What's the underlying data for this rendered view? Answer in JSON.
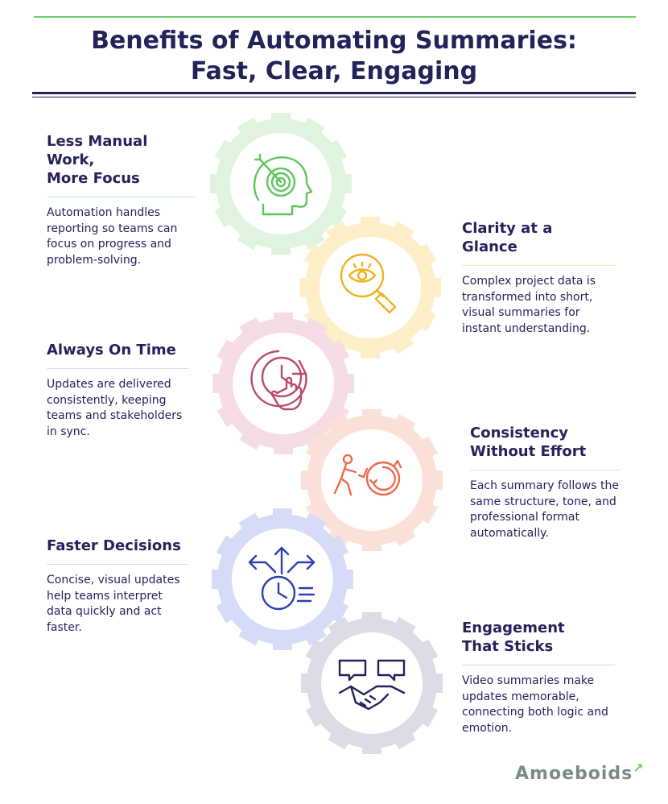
{
  "title": {
    "line1": "Benefits of Automating Summaries:",
    "line2": "Fast, Clear, Engaging"
  },
  "benefits": [
    {
      "heading_line1": "Less Manual Work,",
      "heading_line2": "More Focus",
      "description": "Automation handles reporting so teams can focus on progress and problem-solving.",
      "icon": "target-head-icon",
      "color": "#6ccf6c"
    },
    {
      "heading_line1": "Clarity at a",
      "heading_line2": "Glance",
      "description": "Complex project data is transformed into short, visual summaries for instant understanding.",
      "icon": "eye-magnifier-icon",
      "color": "#f5c842"
    },
    {
      "heading_line1": "Always On Time",
      "heading_line2": "",
      "description": "Updates are delivered consistently, keeping teams and stakeholders in sync.",
      "icon": "clock-hand-icon",
      "color": "#b84a6a"
    },
    {
      "heading_line1": "Consistency",
      "heading_line2": "Without Effort",
      "description": "Each summary follows the same structure, tone, and professional format automatically.",
      "icon": "pushing-cycle-icon",
      "color": "#f07a5a"
    },
    {
      "heading_line1": "Faster Decisions",
      "heading_line2": "",
      "description": "Concise, visual updates help teams interpret data quickly and act faster.",
      "icon": "stopwatch-arrows-icon",
      "color": "#2c3fb0"
    },
    {
      "heading_line1": "Engagement",
      "heading_line2": "That Sticks",
      "description": "Video summaries make updates memorable, connecting both logic and emotion.",
      "icon": "handshake-chat-icon",
      "color": "#23235a"
    }
  ],
  "brand": {
    "name": "Amoeboids"
  }
}
